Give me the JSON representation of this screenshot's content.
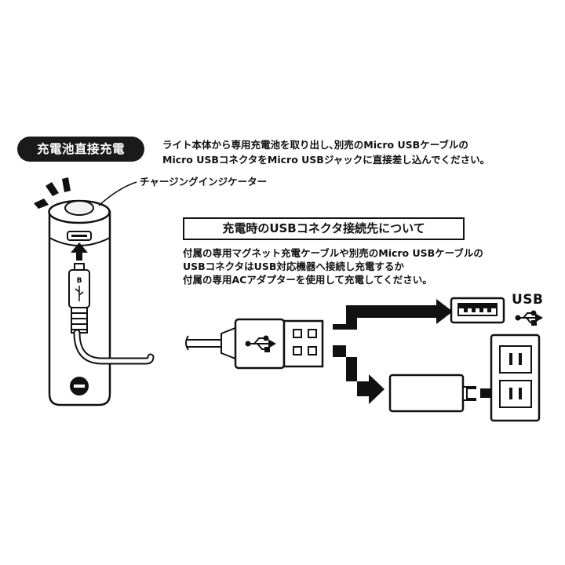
{
  "badge": {
    "label": "充電池直接充電"
  },
  "intro": {
    "line1": "ライト本体から専用充電池を取り出し､別売のMicro USBケーブルの",
    "line2": "Micro USBコネクタをMicro USBジャックに直接差し込んでください。"
  },
  "battery": {
    "indicator_label": "チャージングインジケーター",
    "connector_letter": "B"
  },
  "section": {
    "title": "充電時のUSBコネクタ接続先について",
    "lines": [
      "付属の専用マグネット充電ケーブルや別売のMicro USBケーブルの",
      "USBコネクタはUSB対応機器へ接続し充電するか",
      "付属の専用ACアダプターを使用して充電してください。"
    ]
  },
  "usb_port": {
    "label": "USB"
  },
  "icons": {
    "usb_symbol": "usb-trident-icon",
    "negative_terminal": "minus-icon",
    "arrow_up": "arrow-up-icon",
    "outlet": "power-outlet-icon"
  },
  "colors": {
    "ink": "#111111",
    "badge_bg": "#1a1a1a",
    "paper": "#ffffff"
  }
}
